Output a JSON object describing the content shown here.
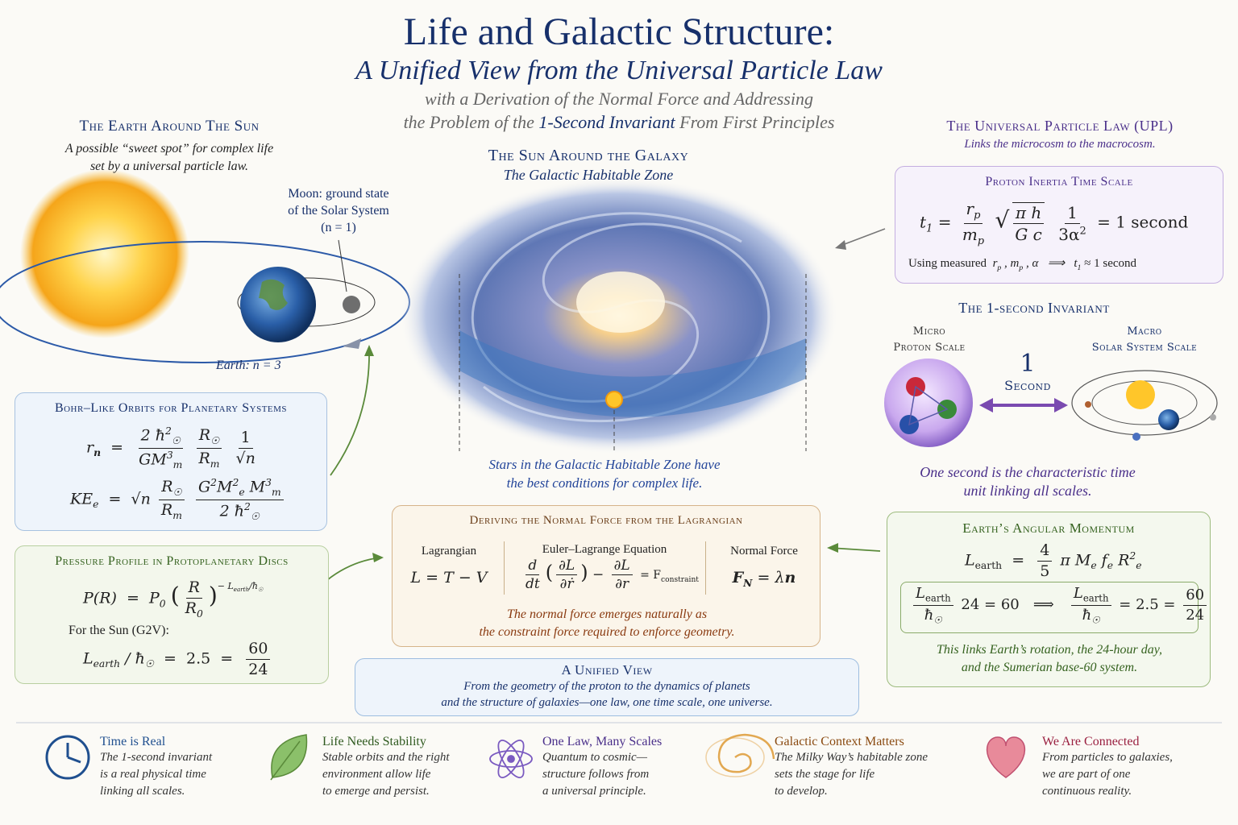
{
  "header": {
    "title": "Life and Galactic Structure:",
    "subtitle": "A Unified View from the Universal Particle Law",
    "line1": "with a Derivation of the Normal Force and Addressing",
    "line2_pre": "the Problem of the ",
    "line2_em": "1-Second Invariant",
    "line2_post": " From First Principles"
  },
  "earth_sun": {
    "title": "The Earth Around The Sun",
    "desc1": "A possible “sweet spot” for complex life",
    "desc2": "set by a universal particle law.",
    "moon1": "Moon: ground state",
    "moon2": "of the Solar System",
    "moon3": "(n = 1)",
    "earth_label": "Earth: n = 3"
  },
  "galaxy": {
    "title": "The Sun Around the Galaxy",
    "subtitle": "The Galactic Habitable Zone",
    "caption1": "Stars in the Galactic Habitable Zone have",
    "caption2": "the best conditions for complex life."
  },
  "bohr": {
    "title": "Bohr–Like Orbits for Planetary Systems"
  },
  "pressure": {
    "title": "Pressure Profile in Protoplanetary Discs",
    "for_sun": "For the Sun (G2V):"
  },
  "upl": {
    "title": "The Universal Particle Law  (UPL)",
    "subtitle": "Links the microcosm to the macrocosm.",
    "box_title": "Proton Inertia Time Scale",
    "eq_result": "=  1   second",
    "using": "Using measured",
    "approx": "≈ 1  second"
  },
  "invariant": {
    "title": "The 1-second Invariant",
    "micro1": "Micro",
    "micro2": "Proton Scale",
    "macro1": "Macro",
    "macro2": "Solar System Scale",
    "one": "1",
    "second": "Second",
    "caption1": "One second is the characteristic time",
    "caption2": "unit linking all scales."
  },
  "normal_force": {
    "title": "Deriving the Normal Force from the Lagrangian",
    "col1": "Lagrangian",
    "col2": "Euler–Lagrange Equation",
    "col3": "Normal Force",
    "caption1": "The normal force emerges naturally as",
    "caption2": "the constraint force required to enforce geometry."
  },
  "angular": {
    "title": "Earth’s Angular Momentum",
    "caption1": "This links Earth’s rotation, the 24-hour day,",
    "caption2": "and the Sumerian base-60 system."
  },
  "unified": {
    "title": "A Unified View",
    "line1": "From the geometry of the proton to the dynamics of planets",
    "line2": "and the structure of galaxies—one law, one time scale, one universe."
  },
  "footer": [
    {
      "icon": "clock-icon",
      "title": "Time is Real",
      "l1": "The 1-second invariant",
      "l2": "is a real physical time",
      "l3": "linking all scales.",
      "color": "#1f4f8f"
    },
    {
      "icon": "leaf-icon",
      "title": "Life Needs Stability",
      "l1": "Stable orbits and the right",
      "l2": "environment allow life",
      "l3": "to emerge and persist.",
      "color": "#2f5a1f"
    },
    {
      "icon": "atom-icon",
      "title": "One Law, Many Scales",
      "l1": "Quantum to cosmic—",
      "l2": "structure follows from",
      "l3": "a universal principle.",
      "color": "#4a2f8a"
    },
    {
      "icon": "spiral-galaxy-icon",
      "title": "Galactic Context Matters",
      "l1": "The Milky Way’s habitable zone",
      "l2": "sets the stage for life",
      "l3": "to develop.",
      "color": "#8a4a10"
    },
    {
      "icon": "heart-icon",
      "title": "We Are Connected",
      "l1": "From particles to galaxies,",
      "l2": "we are part of one",
      "l3": "continuous reality.",
      "color": "#9a2040"
    }
  ]
}
